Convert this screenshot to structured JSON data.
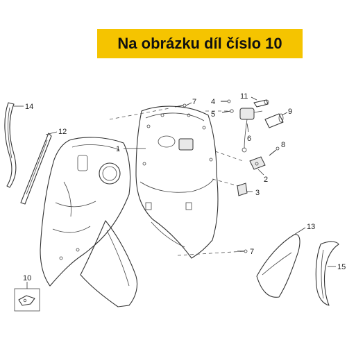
{
  "banner": {
    "text": "Na obrázku díl číslo 10"
  },
  "callouts": {
    "c1": "1",
    "c2": "2",
    "c3": "3",
    "c4": "4",
    "c5": "5",
    "c6": "6",
    "c7a": "7",
    "c7b": "7",
    "c8": "8",
    "c9": "9",
    "c10": "10",
    "c11": "11",
    "c12": "12",
    "c13": "13",
    "c14": "14",
    "c15": "15"
  }
}
